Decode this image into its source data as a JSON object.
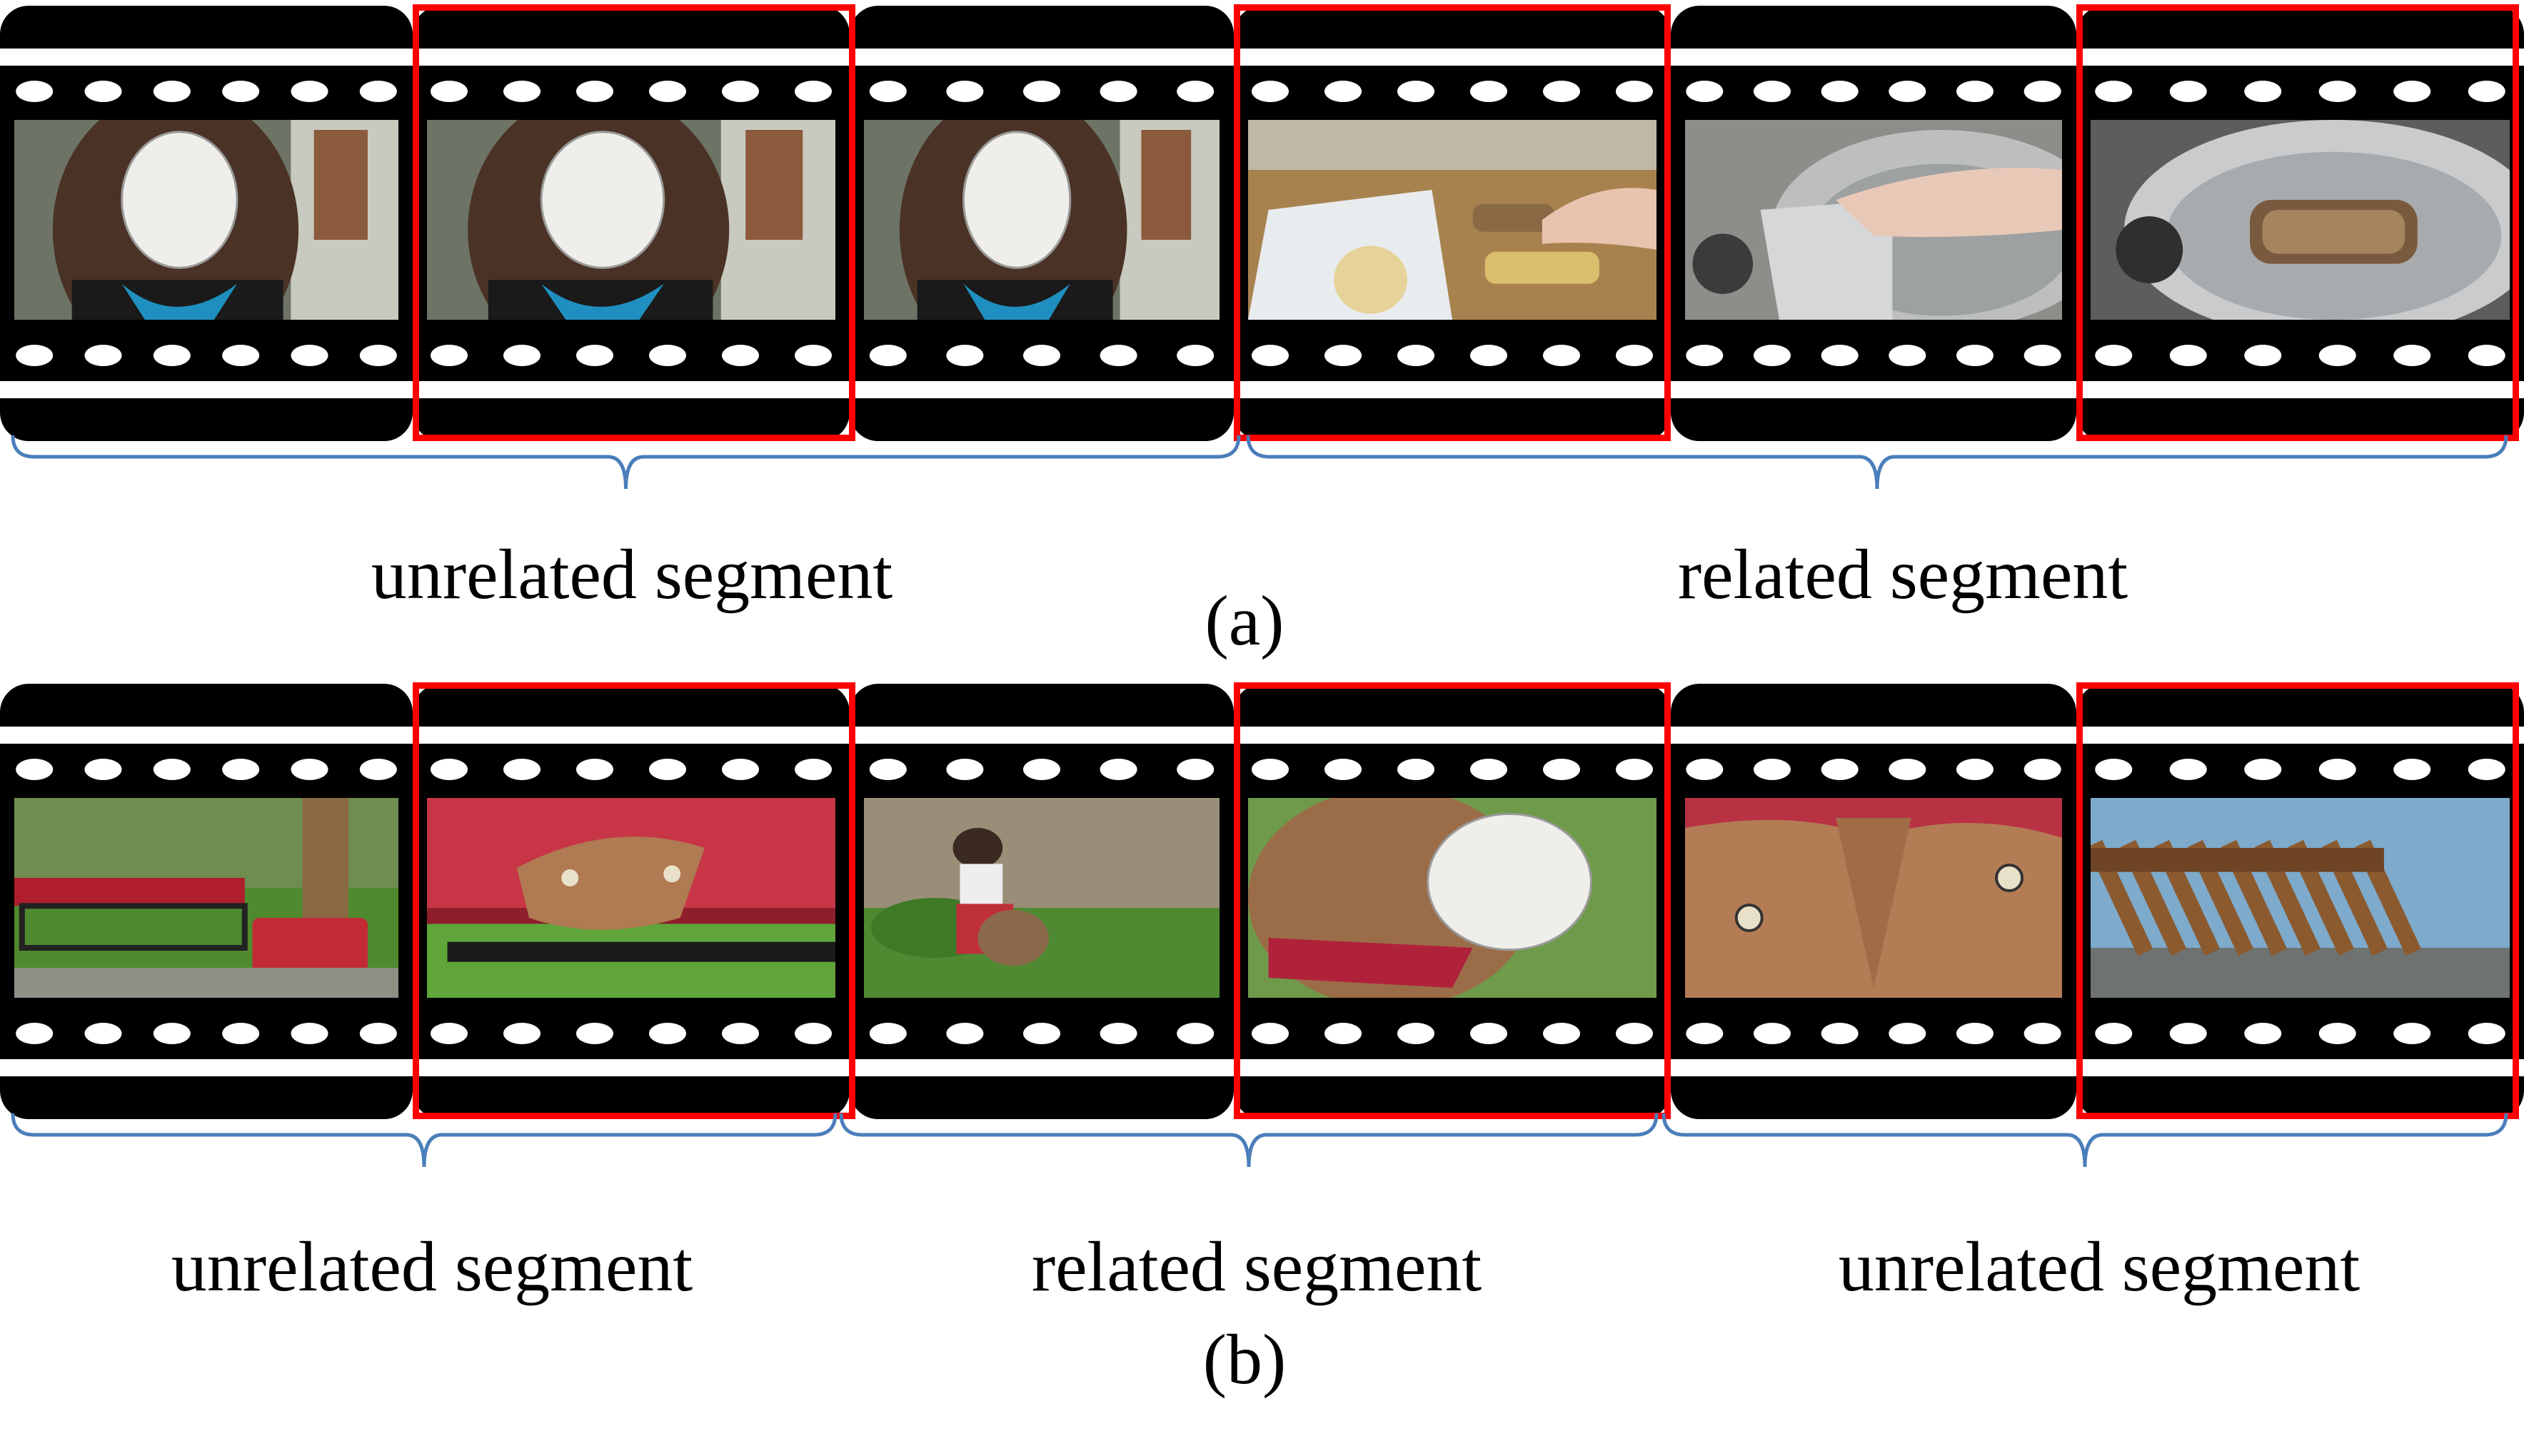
{
  "figure": {
    "panel_a": {
      "caption": "(a)",
      "segment_labels": [
        "unrelated segment",
        "related segment"
      ],
      "frames": [
        {
          "scene": "woman-face-blurred",
          "highlighted": false
        },
        {
          "scene": "woman-face-blurred",
          "highlighted": true
        },
        {
          "scene": "woman-face-blurred",
          "highlighted": false
        },
        {
          "scene": "hands-spreading-butter-on-bread",
          "highlighted": true
        },
        {
          "scene": "hand-placing-paper-in-pan",
          "highlighted": false
        },
        {
          "scene": "bread-in-frying-pan",
          "highlighted": true
        }
      ]
    },
    "panel_b": {
      "caption": "(b)",
      "segment_labels": [
        "unrelated segment",
        "related segment",
        "unrelated segment"
      ],
      "frames": [
        {
          "scene": "backyard-bench",
          "highlighted": false
        },
        {
          "scene": "moth-on-red-cushion",
          "highlighted": true
        },
        {
          "scene": "person-with-dog-in-yard",
          "highlighted": false
        },
        {
          "scene": "dog-closeup-blurred",
          "highlighted": true
        },
        {
          "scene": "moth-closeup",
          "highlighted": false
        },
        {
          "scene": "wooden-pergola",
          "highlighted": true
        }
      ]
    },
    "colors": {
      "film": "#000000",
      "perforation": "#ffffff",
      "highlight": "#ff0000",
      "brace": "#4a7ebb"
    }
  }
}
